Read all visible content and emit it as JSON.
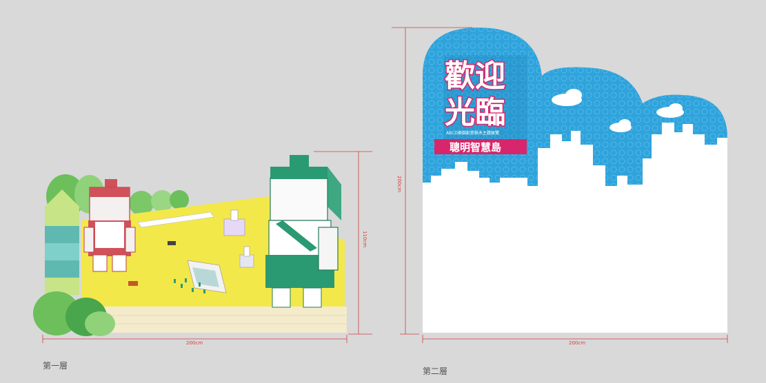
{
  "panels": {
    "left": {
      "caption": "第一層",
      "width_label": "200cm",
      "height_label": "110cm"
    },
    "right": {
      "caption": "第二層",
      "width_label": "200cm",
      "height_label": "200cm",
      "headline_line1": "歡迎",
      "headline_line2": "光臨",
      "tagline": "ABCD樂園創意積木主題展覽",
      "banner": "聰明智慧島"
    }
  },
  "colors": {
    "background": "#d9d9d9",
    "sky_blue": "#2ea3dc",
    "ground_yellow": "#f3e84a",
    "magenta": "#d7266b",
    "green_robot": "#2a9a72",
    "red_robot": "#d0515a",
    "dimension_red": "#d43a3a"
  }
}
